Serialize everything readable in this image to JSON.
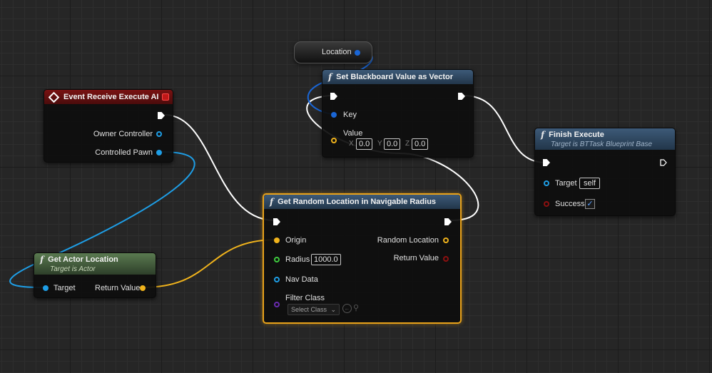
{
  "nodes": {
    "event_receive": {
      "title": "Event Receive Execute AI",
      "outputs": [
        "Owner Controller",
        "Controlled Pawn"
      ]
    },
    "location_var": {
      "label": "Location"
    },
    "set_blackboard": {
      "title": "Set Blackboard Value as Vector",
      "inputs": [
        "Key",
        "Value"
      ],
      "vector": {
        "x_label": "X",
        "x": "0.0",
        "y_label": "Y",
        "y": "0.0",
        "z_label": "Z",
        "z": "0.0"
      }
    },
    "finish_execute": {
      "title": "Finish Execute",
      "subtitle": "Target is BTTask Blueprint Base",
      "target_label": "Target",
      "target_value": "self",
      "success_label": "Success",
      "success_checked": true
    },
    "get_random_location": {
      "title": "Get Random Location in Navigable Radius",
      "origin": "Origin",
      "radius": "Radius",
      "radius_value": "1000.0",
      "nav_data": "Nav Data",
      "filter_class": "Filter Class",
      "select_class": "Select Class",
      "random_location": "Random Location",
      "return_value": "Return Value"
    },
    "get_actor_location": {
      "title": "Get Actor Location",
      "subtitle": "Target is Actor",
      "target": "Target",
      "return_value": "Return Value"
    }
  },
  "colors": {
    "exec": "#ffffff",
    "object": "#1e9ee6",
    "vector": "#f0b31c",
    "float": "#3ecb3e",
    "boolean": "#8c1010",
    "class": "#6a2bb0",
    "blackboard_key": "#1a66d6",
    "selection": "#e8a21a"
  }
}
